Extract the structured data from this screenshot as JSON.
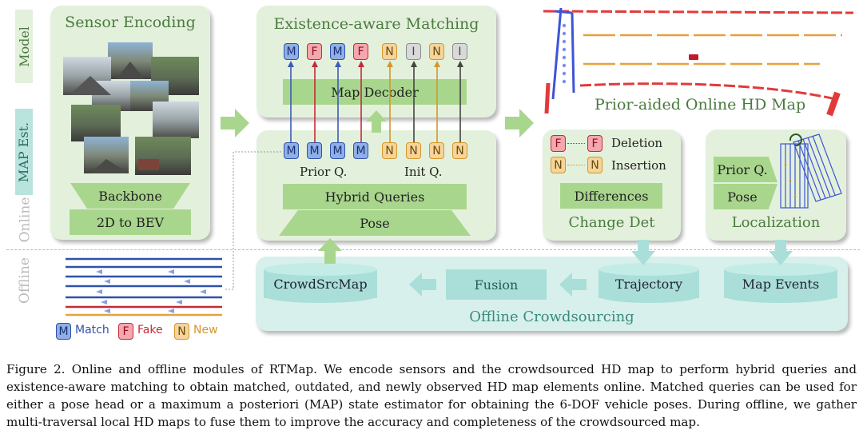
{
  "side_tabs": {
    "model": "Model",
    "map_est": "MAP Est.",
    "online": "Online",
    "offline": "Offline"
  },
  "sensor": {
    "title": "Sensor Encoding",
    "backbone": "Backbone",
    "bev": "2D to BEV"
  },
  "matching": {
    "title": "Existence-aware Matching",
    "decoder": "Map Decoder",
    "top_tokens": [
      "M",
      "F",
      "M",
      "F",
      "N",
      "I",
      "N",
      "I"
    ],
    "bottom_tokens": [
      "M",
      "M",
      "M",
      "M",
      "N",
      "N",
      "N",
      "N"
    ],
    "prior_q": "Prior Q.",
    "init_q": "Init Q.",
    "hybrid": "Hybrid Queries",
    "pose": "Pose"
  },
  "online_map": {
    "title": "Prior-aided Online HD Map"
  },
  "change": {
    "f_left": "F",
    "f_right": "F",
    "deletion": "Deletion",
    "n_left": "N",
    "n_right": "N",
    "insertion": "Insertion",
    "differences": "Differences",
    "title": "Change Det"
  },
  "localization": {
    "prior_q": "Prior Q.",
    "pose": "Pose",
    "title": "Localization"
  },
  "offline": {
    "crowdsrc": "CrowdSrcMap",
    "fusion": "Fusion",
    "trajectory": "Trajectory",
    "map_events": "Map Events",
    "title": "Offline Crowdsourcing"
  },
  "legend": {
    "m": "M",
    "match": "Match",
    "f": "F",
    "fake": "Fake",
    "n": "N",
    "new": "New"
  },
  "caption": "Figure 2.  Online and offline modules of RTMap.  We encode sensors and the crowdsourced HD map to perform hybrid queries and existence-aware matching to obtain matched, outdated, and newly observed HD map elements online.  Matched queries can be used for either a pose head or a maximum a posteriori (MAP) state estimator for obtaining the 6-DOF vehicle poses.  During offline, we gather multi-traversal local HD maps to fuse them to improve the accuracy and completeness of the crowdsourced map.",
  "colors": {
    "panel_green": "#e3f1dc",
    "box_green": "#a9d68d",
    "teal": "#a9dfd8",
    "match_blue": "#2f52a8",
    "fake_red": "#c42b38",
    "new_orange": "#d5962a"
  }
}
